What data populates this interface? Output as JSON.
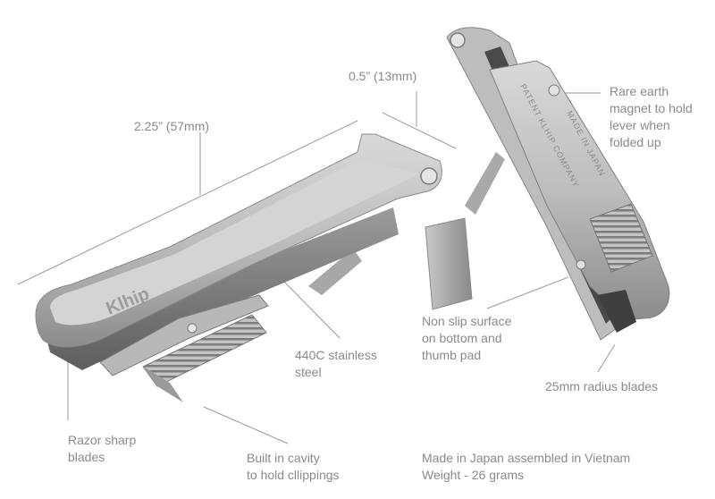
{
  "labels": {
    "width": "0.5” (13mm)",
    "length": "2.25” (57mm)",
    "magnet": [
      "Rare earth",
      "magnet to hold",
      "lever when",
      "folded up"
    ],
    "non_slip": [
      "Non slip surface",
      "on bottom and",
      "thumb pad"
    ],
    "steel": [
      "440C stainless",
      "steel"
    ],
    "radius": "25mm radius blades",
    "razor": [
      "Razor sharp",
      "blades"
    ],
    "cavity": [
      "Built in cavity",
      "to hold cllippings"
    ],
    "made_in": [
      "Made in Japan assembled in Vietnam",
      "Weight - 26 grams"
    ]
  },
  "engraving": {
    "logo": "Klhip",
    "patent": "PATENT KLHIP COMPANY",
    "made_in_japan": "MADE IN JAPAN"
  },
  "colors": {
    "label_text": "#8a8a8a",
    "leader_line": "#9a9a9a",
    "steel_light": "#d6d6d6",
    "steel_mid": "#b3b3b3",
    "steel_dark": "#6e6e6e"
  }
}
